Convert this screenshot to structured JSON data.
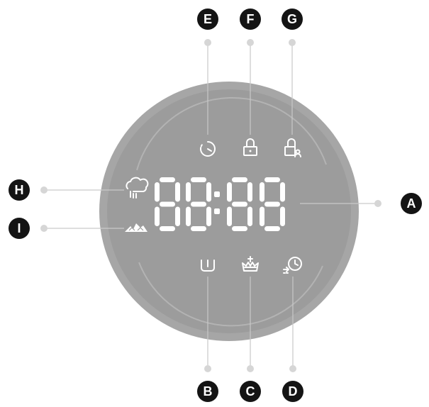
{
  "display": {
    "digits": [
      "8",
      "8",
      "8",
      "8"
    ],
    "colon": true
  },
  "callouts": [
    {
      "id": "A",
      "label": "A",
      "target": "digital-display"
    },
    {
      "id": "B",
      "label": "B",
      "target": "pump-icon"
    },
    {
      "id": "C",
      "label": "C",
      "target": "bath-icon"
    },
    {
      "id": "D",
      "label": "D",
      "target": "delay-icon"
    },
    {
      "id": "E",
      "label": "E",
      "target": "timer-icon"
    },
    {
      "id": "F",
      "label": "F",
      "target": "lock-icon"
    },
    {
      "id": "G",
      "label": "G",
      "target": "child-lock-icon"
    },
    {
      "id": "H",
      "label": "H",
      "target": "steam-cloud-icon"
    },
    {
      "id": "I",
      "label": "I",
      "target": "heat-icon"
    }
  ],
  "colors": {
    "panel": "#9a9a9a",
    "panel_rim": "#a9a9a9",
    "panel_ring": "#bdbdbd",
    "glyph": "#ffffff",
    "callout": "#141414",
    "leader": "#c9c9c9"
  }
}
